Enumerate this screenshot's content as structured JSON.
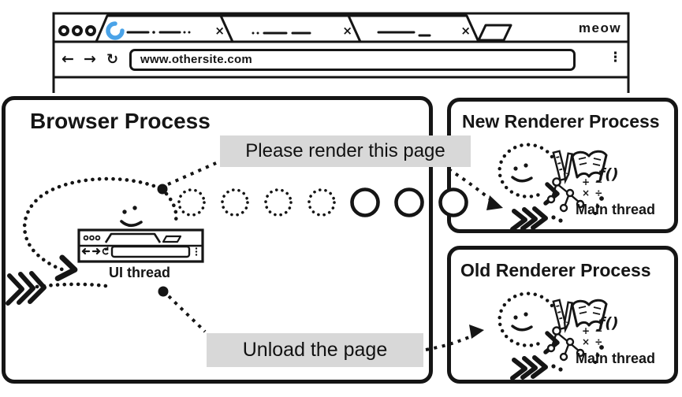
{
  "colors": {
    "ink": "#151515",
    "label_bg": "#d8d8d8",
    "spinner_blue": "#4aa3e8"
  },
  "browser_window": {
    "url": "www.othersite.com",
    "brand": "meow",
    "icons": {
      "back": "←",
      "forward": "→",
      "refresh": "↻",
      "menu": "⋮",
      "close": "×"
    }
  },
  "processes": {
    "browser": {
      "title": "Browser Process",
      "thread_label": "UI thread"
    },
    "new_renderer": {
      "title": "New Renderer Process",
      "thread_label": "Main thread"
    },
    "old_renderer": {
      "title": "Old Renderer Process",
      "thread_label": "Main thread"
    }
  },
  "messages": {
    "render": "Please render this page",
    "unload": "Unload the page"
  },
  "renderer_icons": {
    "math_row1": "+ −",
    "math_row2": "× ÷",
    "func": "ƒ()"
  }
}
